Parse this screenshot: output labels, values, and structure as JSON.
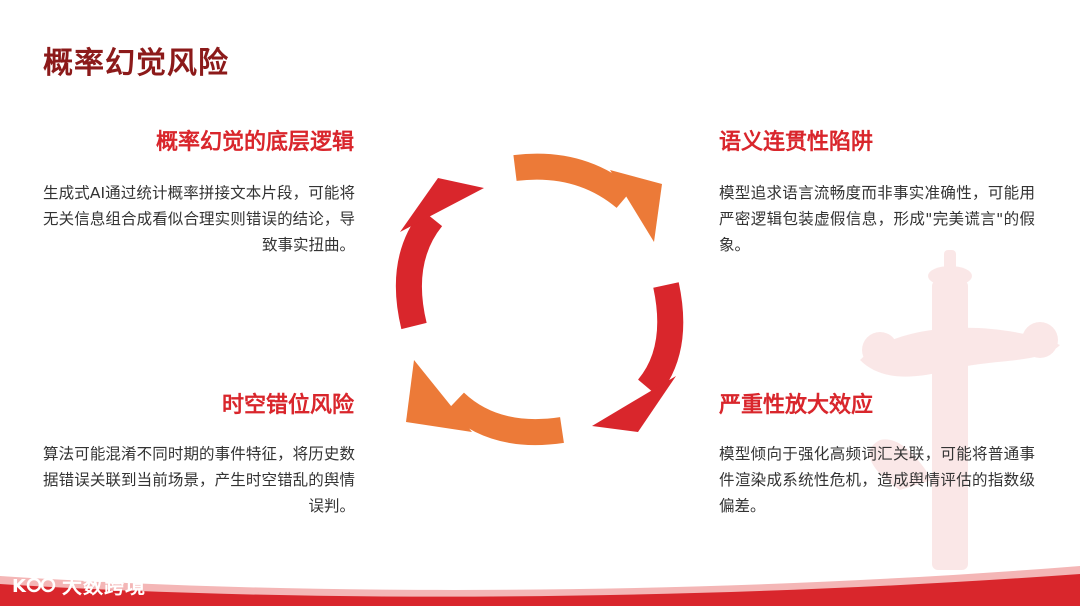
{
  "title": "概率幻觉风险",
  "boxes": {
    "top_left": {
      "heading": "概率幻觉的底层逻辑",
      "body": "生成式AI通过统计概率拼接文本片段，可能将无关信息组合成看似合理实则错误的结论，导致事实扭曲。"
    },
    "top_right": {
      "heading": "语义连贯性陷阱",
      "body": "模型追求语言流畅度而非事实准确性，可能用严密逻辑包装虚假信息，形成\"完美谎言\"的假象。"
    },
    "bottom_left": {
      "heading": "时空错位风险",
      "body": "算法可能混淆不同时期的事件特征，将历史数据错误关联到当前场景，产生时空错乱的舆情误判。"
    },
    "bottom_right": {
      "heading": "严重性放大效应",
      "body": "模型倾向于强化高频词汇关联，可能将普通事件渲染成系统性危机，造成舆情评估的指数级偏差。"
    }
  },
  "logo": {
    "text": "大数跨境",
    "icon": "brand-logo-icon"
  },
  "colors": {
    "title": "#8c1a1a",
    "heading": "#d9262c",
    "arrow_red": "#d9262c",
    "arrow_orange": "#ec7a38",
    "footer": "#d9262c"
  },
  "icons": {
    "cycle": [
      "cycle-arrow-top-icon",
      "cycle-arrow-right-icon",
      "cycle-arrow-bottom-icon",
      "cycle-arrow-left-icon"
    ],
    "decoration": "huabiao-monument-icon"
  }
}
